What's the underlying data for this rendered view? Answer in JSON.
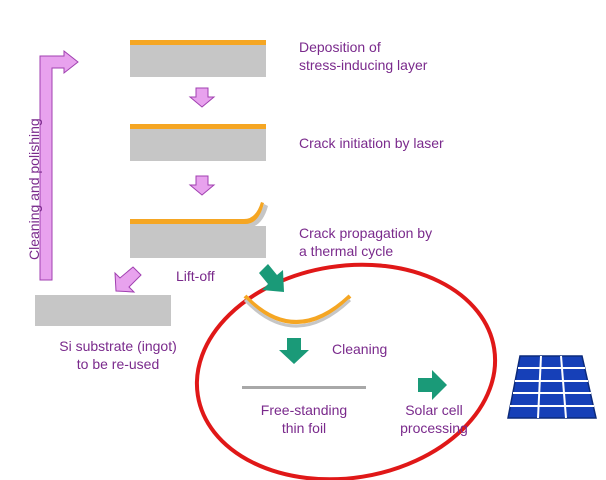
{
  "steps": {
    "deposition": "Deposition of\nstress-inducing layer",
    "crack_initiation": "Crack initiation by laser",
    "crack_propagation": "Crack propagation by\na thermal cycle"
  },
  "side_label": "Cleaning and polishing",
  "lift_off": "Lift-off",
  "substrate": "Si substrate (ingot)\nto be re-used",
  "cleaning": "Cleaning",
  "foil": "Free-standing\nthin foil",
  "solar_processing": "Solar cell\nprocessing",
  "colors": {
    "text": "#7a2a8c",
    "step_arrow": "#e8a2ee",
    "green_arrow": "#1a9a78",
    "layer": "#f5a623",
    "wafer": "#c6c6c6",
    "highlight": "#e01818",
    "panel": "#1640b8"
  }
}
